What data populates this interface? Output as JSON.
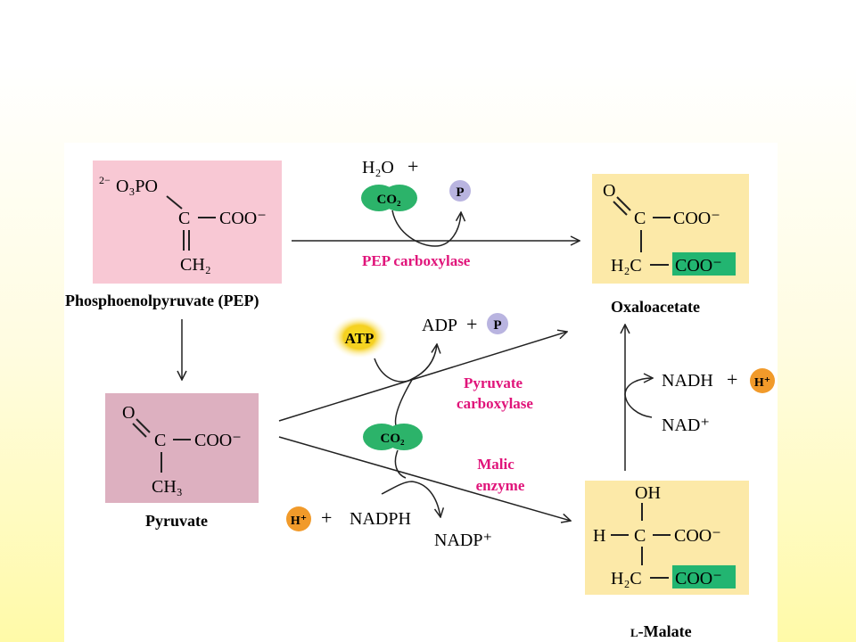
{
  "colors": {
    "panel": "#ffffff",
    "pep_box": "#f8c8d4",
    "pyruvate_box": "#ddb0c0",
    "product_box": "#fce9a8",
    "enzyme_label": "#e0147a",
    "co2_green": "#2cb36a",
    "highlight_green": "#22b571",
    "phosphate_purple": "#b9b4e0",
    "proton_orange": "#f19a2a",
    "atp_yellow": "#f5d020"
  },
  "pep": {
    "group": "O₃PO",
    "group_charge": "2−",
    "carbon": "C",
    "carboxylate": "COO⁻",
    "methylene": "CH₂",
    "label": "Phosphoenolpyruvate (PEP)"
  },
  "pyruvate": {
    "oxygen": "O",
    "carbon": "C",
    "carboxylate": "COO⁻",
    "methyl": "CH₃",
    "label": "Pyruvate"
  },
  "oxaloacetate": {
    "oxygen": "O",
    "carbon": "C",
    "carboxylate": "COO⁻",
    "h2c": "H₂C",
    "new_carboxylate": "COO⁻",
    "label": "Oxaloacetate"
  },
  "malate": {
    "hydroxyl": "OH",
    "h": "H",
    "carbon": "C",
    "carboxylate": "COO⁻",
    "h2c": "H₂C",
    "new_carboxylate": "COO⁻",
    "label_prefix": "L",
    "label": "-Malate"
  },
  "reactions": {
    "pep_carboxylase": {
      "water": "H₂O",
      "plus": "+",
      "co2": "CO₂",
      "phosphate": "P",
      "enzyme": "PEP carboxylase"
    },
    "pyruvate_carboxylase": {
      "atp": "ATP",
      "adp": "ADP",
      "plus": "+",
      "phosphate": "P",
      "enzyme_line1": "Pyruvate",
      "enzyme_line2": "carboxylase"
    },
    "shared_co2": "CO₂",
    "malic_enzyme": {
      "proton": "H⁺",
      "plus": "+",
      "nadph": "NADPH",
      "nadp": "NADP⁺",
      "enzyme_line1": "Malic",
      "enzyme_line2": "enzyme"
    },
    "malate_dehydrogenase": {
      "nadh": "NADH",
      "plus": "+",
      "proton": "H⁺",
      "nad": "NAD⁺"
    }
  }
}
